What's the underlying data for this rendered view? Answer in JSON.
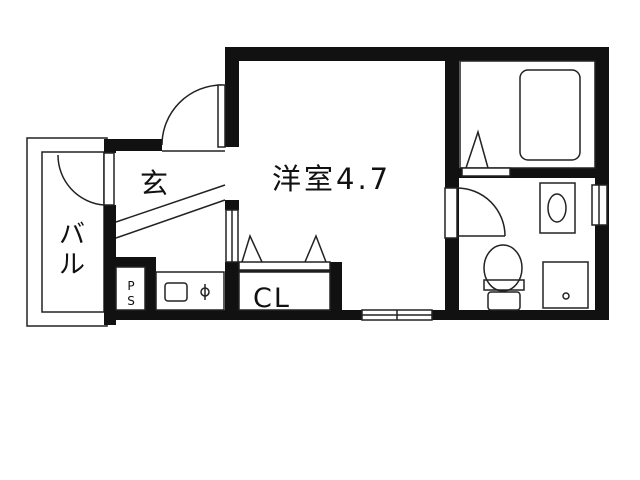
{
  "floor_plan": {
    "rooms": {
      "western_room": "洋室4.7",
      "entrance": "玄",
      "closet": "CL",
      "balcony": "バル",
      "pipe_space": "PS"
    },
    "colors": {
      "wall": "#111111",
      "fixture_line": "#222222",
      "background": "#ffffff"
    }
  }
}
